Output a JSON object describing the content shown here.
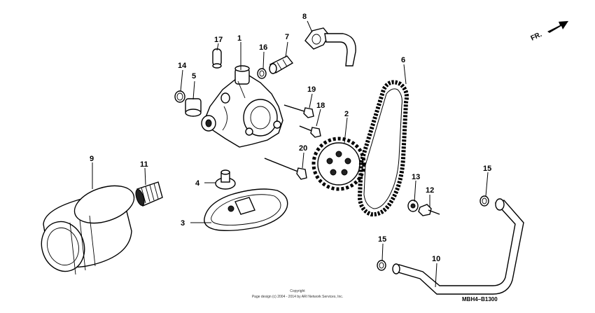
{
  "diagram": {
    "direction_label": "FR.",
    "diagram_code": "MBH4–B1300",
    "copyright_line1": "Copyright",
    "copyright_line2": "Page design (c) 2004 - 2014 by ARI Network Services, Inc.",
    "callouts": {
      "p1": "1",
      "p2": "2",
      "p3": "3",
      "p4": "4",
      "p5": "5",
      "p6": "6",
      "p7": "7",
      "p8": "8",
      "p9": "9",
      "p10": "10",
      "p11": "11",
      "p12": "12",
      "p13": "13",
      "p14": "14",
      "p15a": "15",
      "p15b": "15",
      "p16": "16",
      "p17": "17",
      "p18": "18",
      "p19": "19",
      "p20": "20"
    }
  }
}
